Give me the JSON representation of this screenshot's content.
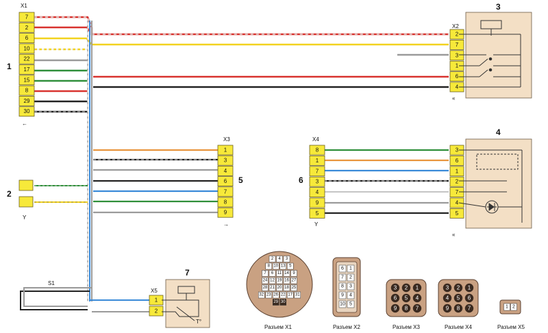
{
  "connectors": {
    "x1": {
      "label": "X1",
      "pins": [
        "7",
        "2",
        "6",
        "10",
        "22",
        "17",
        "15",
        "8",
        "29",
        "30"
      ]
    },
    "x2": {
      "label": "X2",
      "pins": [
        "2",
        "7",
        "3",
        "1",
        "6",
        "4"
      ]
    },
    "x3": {
      "label": "X3",
      "pins": [
        "1",
        "3",
        "4",
        "6",
        "7",
        "8",
        "9"
      ]
    },
    "x4": {
      "label": "X4",
      "pins": [
        "8",
        "1",
        "7",
        "3",
        "4",
        "9",
        "5"
      ]
    },
    "x4r": {
      "pins": [
        "3",
        "6",
        "1",
        "2",
        "7",
        "4",
        "5"
      ]
    },
    "x5": {
      "label": "X5",
      "pins": [
        "1",
        "2"
      ]
    }
  },
  "callouts": [
    "1",
    "2",
    "3",
    "4",
    "5",
    "6",
    "7"
  ],
  "wire_s1": "S1",
  "temp_symbol": "T°",
  "wire_colors": {
    "red": "#d8322e",
    "yellow": "#f2d21e",
    "gray": "#9a9a9a",
    "white": "#dcdcdc",
    "green": "#2f8f3a",
    "black": "#222222",
    "orange": "#e8953e",
    "blue": "#3a8ad8",
    "brown": "#8b5a2b"
  },
  "plugs": {
    "x1_grid": [
      [
        "2",
        "4",
        "3"
      ],
      [
        "8",
        "10",
        "13",
        "5"
      ],
      [
        "7",
        "6",
        "11",
        "14",
        "9"
      ],
      [
        "24",
        "12",
        "19",
        "16",
        "27"
      ],
      [
        "28",
        "21",
        "20",
        "18",
        "25"
      ],
      [
        "32",
        "23",
        "26",
        "22",
        "17",
        "31"
      ],
      [
        "29",
        "30"
      ]
    ],
    "x2_pins": [
      [
        "6",
        "1"
      ],
      [
        "7",
        "2"
      ],
      [
        "8",
        "3"
      ],
      [
        "9",
        "4"
      ],
      [
        "10",
        "5"
      ]
    ],
    "x3_grid": [
      [
        "3",
        "2",
        "1"
      ],
      [
        "6",
        "5",
        "4"
      ],
      [
        "9",
        "8",
        "7"
      ]
    ],
    "x4_grid": [
      [
        "3",
        "2",
        "1"
      ],
      [
        "4",
        "5",
        "6"
      ],
      [
        "9",
        "8",
        "7"
      ]
    ],
    "x5_pins": [
      "1",
      "2"
    ]
  },
  "plug_captions": [
    "Разъем X1",
    "Разъем X2",
    "Разъем X3",
    "Разъем X4",
    "Разъем X5"
  ]
}
